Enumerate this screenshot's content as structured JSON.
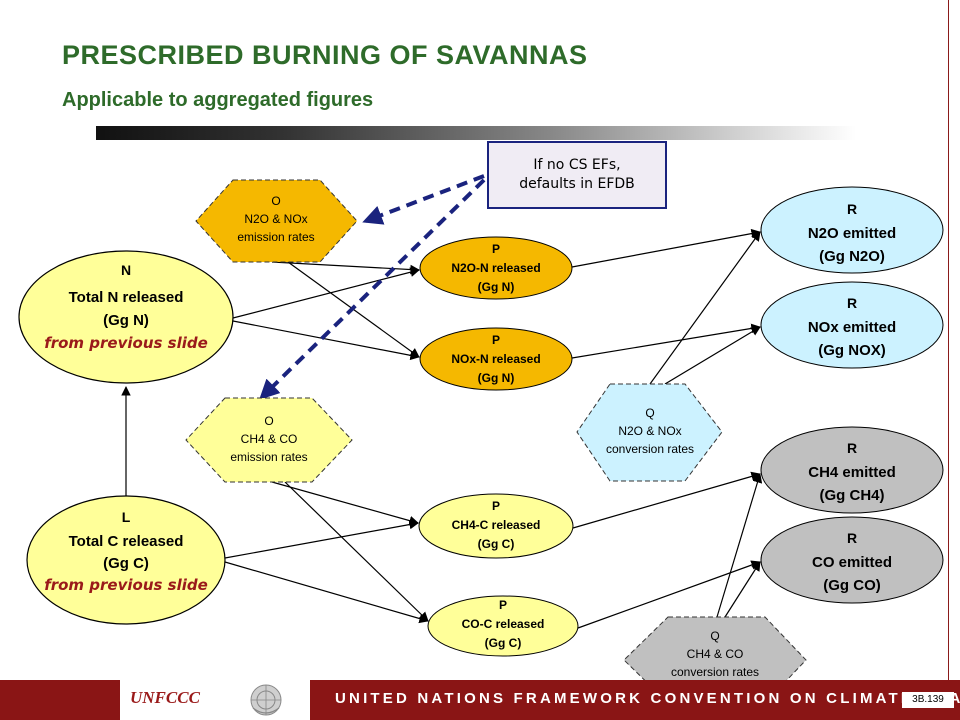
{
  "title": "PRESCRIBED BURNING OF SAVANNAS",
  "subtitle": "Applicable to aggregated figures",
  "note": {
    "line1": "If no CS EFs,",
    "line2": "defaults in EFDB"
  },
  "nodes": {
    "n_total": {
      "code": "N",
      "l1": "Total N released",
      "l2": "(Gg N)",
      "l3": "from previous slide"
    },
    "l_total": {
      "code": "L",
      "l1": "Total C released",
      "l2": "(Gg C)",
      "l3": "from previous slide"
    },
    "o_n2o": {
      "code": "O",
      "l1": "N2O & NOx",
      "l2": "emission rates"
    },
    "o_ch4": {
      "code": "O",
      "l1": "CH4 & CO",
      "l2": "emission rates"
    },
    "p_n2o": {
      "code": "P",
      "l1": "N2O-N released",
      "l2": "(Gg N)"
    },
    "p_nox": {
      "code": "P",
      "l1": "NOx-N released",
      "l2": "(Gg N)"
    },
    "p_ch4": {
      "code": "P",
      "l1": "CH4-C released",
      "l2": "(Gg C)"
    },
    "p_co": {
      "code": "P",
      "l1": "CO-C released",
      "l2": "(Gg C)"
    },
    "q_n2o": {
      "code": "Q",
      "l1": "N2O & NOx",
      "l2": "conversion rates"
    },
    "q_ch4": {
      "code": "Q",
      "l1": "CH4 & CO",
      "l2": "conversion rates"
    },
    "r_n2o": {
      "code": "R",
      "l1": "N2O emitted",
      "l2": "(Gg N2O)"
    },
    "r_nox": {
      "code": "R",
      "l1": "NOx emitted",
      "l2": "(Gg NOX)"
    },
    "r_ch4": {
      "code": "R",
      "l1": "CH4 emitted",
      "l2": "(Gg CH4)"
    },
    "r_co": {
      "code": "R",
      "l1": "CO emitted",
      "l2": "(Gg CO)"
    }
  },
  "footer": {
    "org": "UNFCCC",
    "banner": "UNITED NATIONS FRAMEWORK CONVENTION ON CLIMATE CHANGE",
    "slide_number": "3B.139"
  },
  "colors": {
    "title": "#2e6b2a",
    "orange": "#f5b800",
    "yellow": "#ffff99",
    "blue": "#ccf2ff",
    "grey": "#c0c0c0",
    "arrow_dashed": "#1a237e",
    "footer": "#8a1515"
  }
}
